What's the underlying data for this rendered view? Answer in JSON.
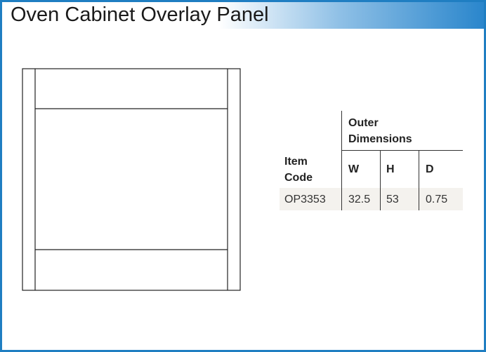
{
  "page": {
    "title": "Oven Cabinet Overlay Panel",
    "accent_color": "#1f7ec2"
  },
  "drawing": {
    "icon": "overlay-panel-outline-icon"
  },
  "spec_table": {
    "group_header_line1": "Outer",
    "group_header_line2": "Dimensions",
    "item_code_header_line1": "Item",
    "item_code_header_line2": "Code",
    "col_w": "W",
    "col_h": "H",
    "col_d": "D",
    "rows": [
      {
        "item_code": "OP3353",
        "w": "32.5",
        "h": "53",
        "d": "0.75"
      }
    ]
  }
}
